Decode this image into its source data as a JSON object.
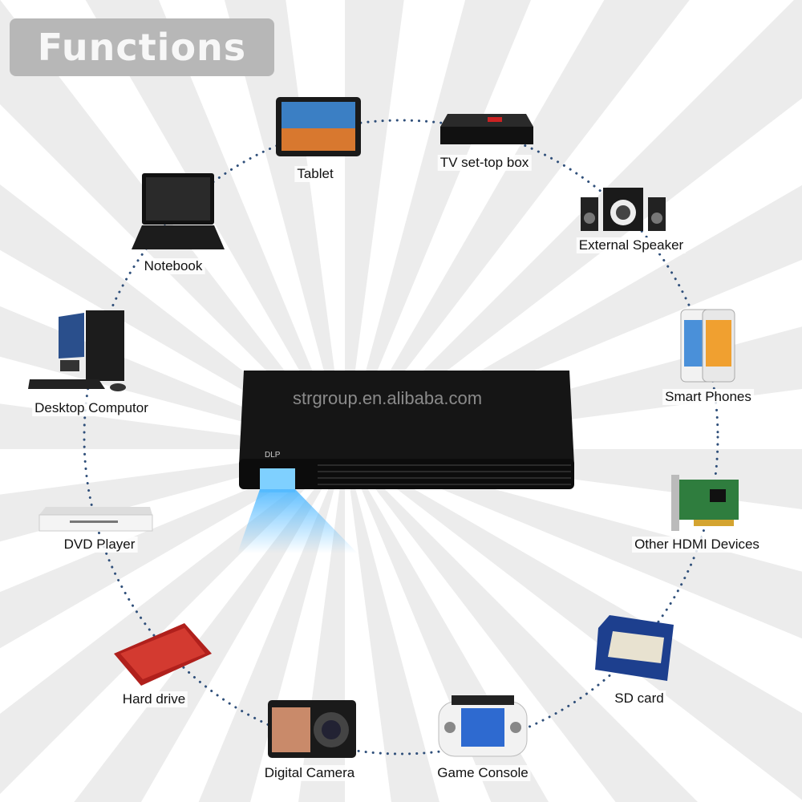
{
  "title": "Functions",
  "watermark": "strgroup.en.alibaba.com",
  "projector_logo": "DLP",
  "colors": {
    "title_bg": "#b7b7b7",
    "rays": "#ececec",
    "dots": "#2f4f7a",
    "projector": "#151515",
    "light": "#4fb8ff"
  },
  "devices": [
    {
      "label": "Tablet",
      "icon": "tablet-icon"
    },
    {
      "label": "TV set-top box",
      "icon": "set-top-box-icon"
    },
    {
      "label": "External Speaker",
      "icon": "speaker-icon"
    },
    {
      "label": "Notebook",
      "icon": "laptop-icon"
    },
    {
      "label": "Smart Phones",
      "icon": "smartphone-icon"
    },
    {
      "label": "Desktop Computor",
      "icon": "desktop-computer-icon"
    },
    {
      "label": "Other HDMI Devices",
      "icon": "hdmi-card-icon"
    },
    {
      "label": "DVD Player",
      "icon": "dvd-player-icon"
    },
    {
      "label": "SD card",
      "icon": "sd-card-icon"
    },
    {
      "label": "Hard drive",
      "icon": "hard-drive-icon"
    },
    {
      "label": "Digital Camera",
      "icon": "camera-icon"
    },
    {
      "label": "Game Console",
      "icon": "game-console-icon"
    }
  ]
}
